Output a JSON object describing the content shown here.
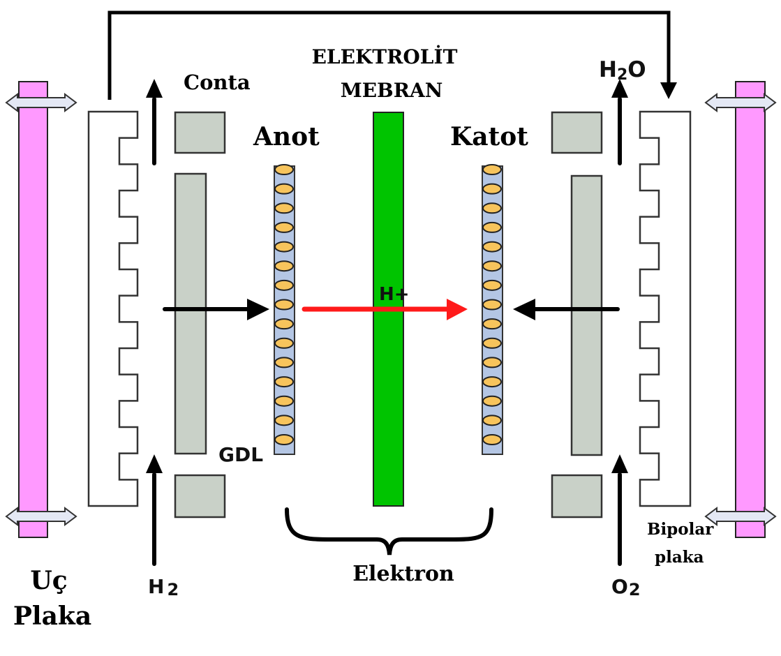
{
  "labels": {
    "gasket": "Conta",
    "membrane_line1": "ELEKTROLİT",
    "membrane_line2": "MEBRAN",
    "anode": "Anot",
    "cathode": "Katot",
    "water": "H",
    "water_sub": "2",
    "water_tail": "O",
    "proton": "H+",
    "gdl": "GDL",
    "hydrogen": "H",
    "hydrogen_sub": "2",
    "oxygen": "O",
    "oxygen_sub": "2",
    "electron": "Elektron",
    "end_plate_line1": "Uç",
    "end_plate_line2": "Plaka",
    "bipolar_line1": "Bipolar",
    "bipolar_line2": "plaka"
  },
  "colors": {
    "end_plate": "#ff99ff",
    "double_arrow": "#e4e8f4",
    "gasket": "#c9d1c8",
    "gdl": "#c9d1c8",
    "catalyst_layer": "#b4c6e4",
    "catalyst_particle": "#f7c45c",
    "membrane": "#00c400",
    "proton_arrow": "#ff1a1a",
    "stroke": "#000000"
  },
  "catalyst_particle_count": 15,
  "bipolar_teeth_count": 7
}
